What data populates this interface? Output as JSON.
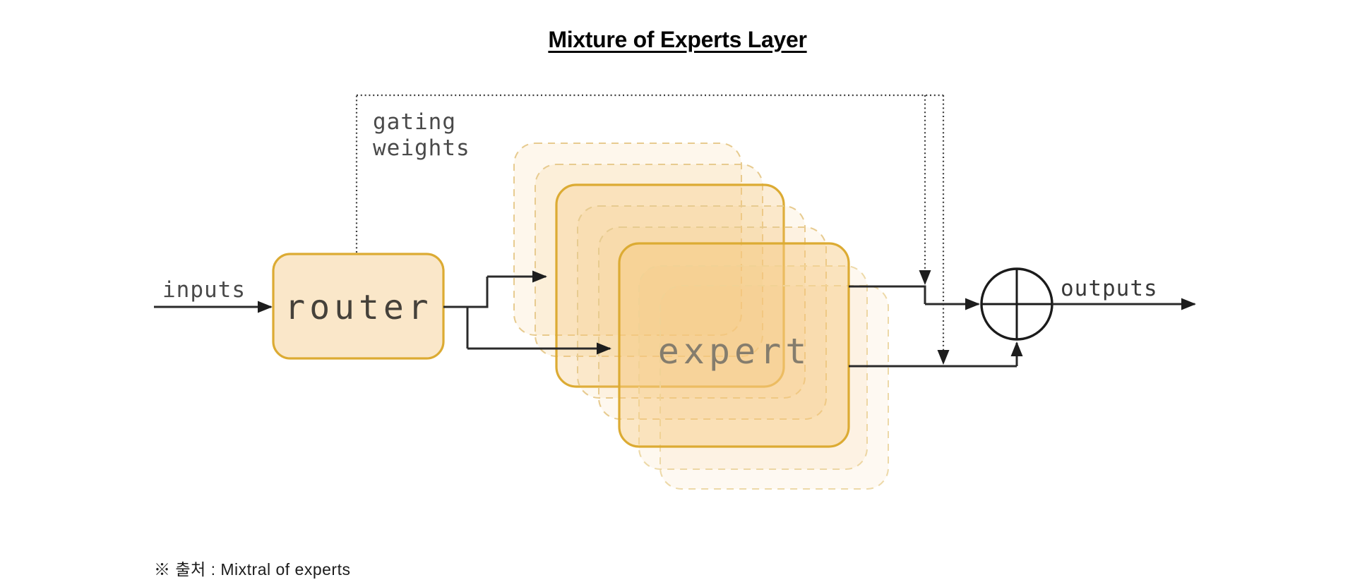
{
  "title": "Mixture of Experts Layer",
  "labels": {
    "gating_line1": "gating",
    "gating_line2": "weights",
    "inputs": "inputs",
    "router": "router",
    "expert": "expert",
    "outputs": "outputs"
  },
  "caption": "※ 출처 : Mixtral of experts",
  "colors": {
    "solid_box_border": "#DCAB33",
    "solid_box_fill": "#FAE7C9",
    "stack_fill": "#F5C87E",
    "dashed_border": "#E7CB90",
    "arrow_line": "#2A2A2A",
    "gating_text": "#4A4A4A",
    "expert_text": "#857D6D",
    "background": "#FFFFFF"
  }
}
